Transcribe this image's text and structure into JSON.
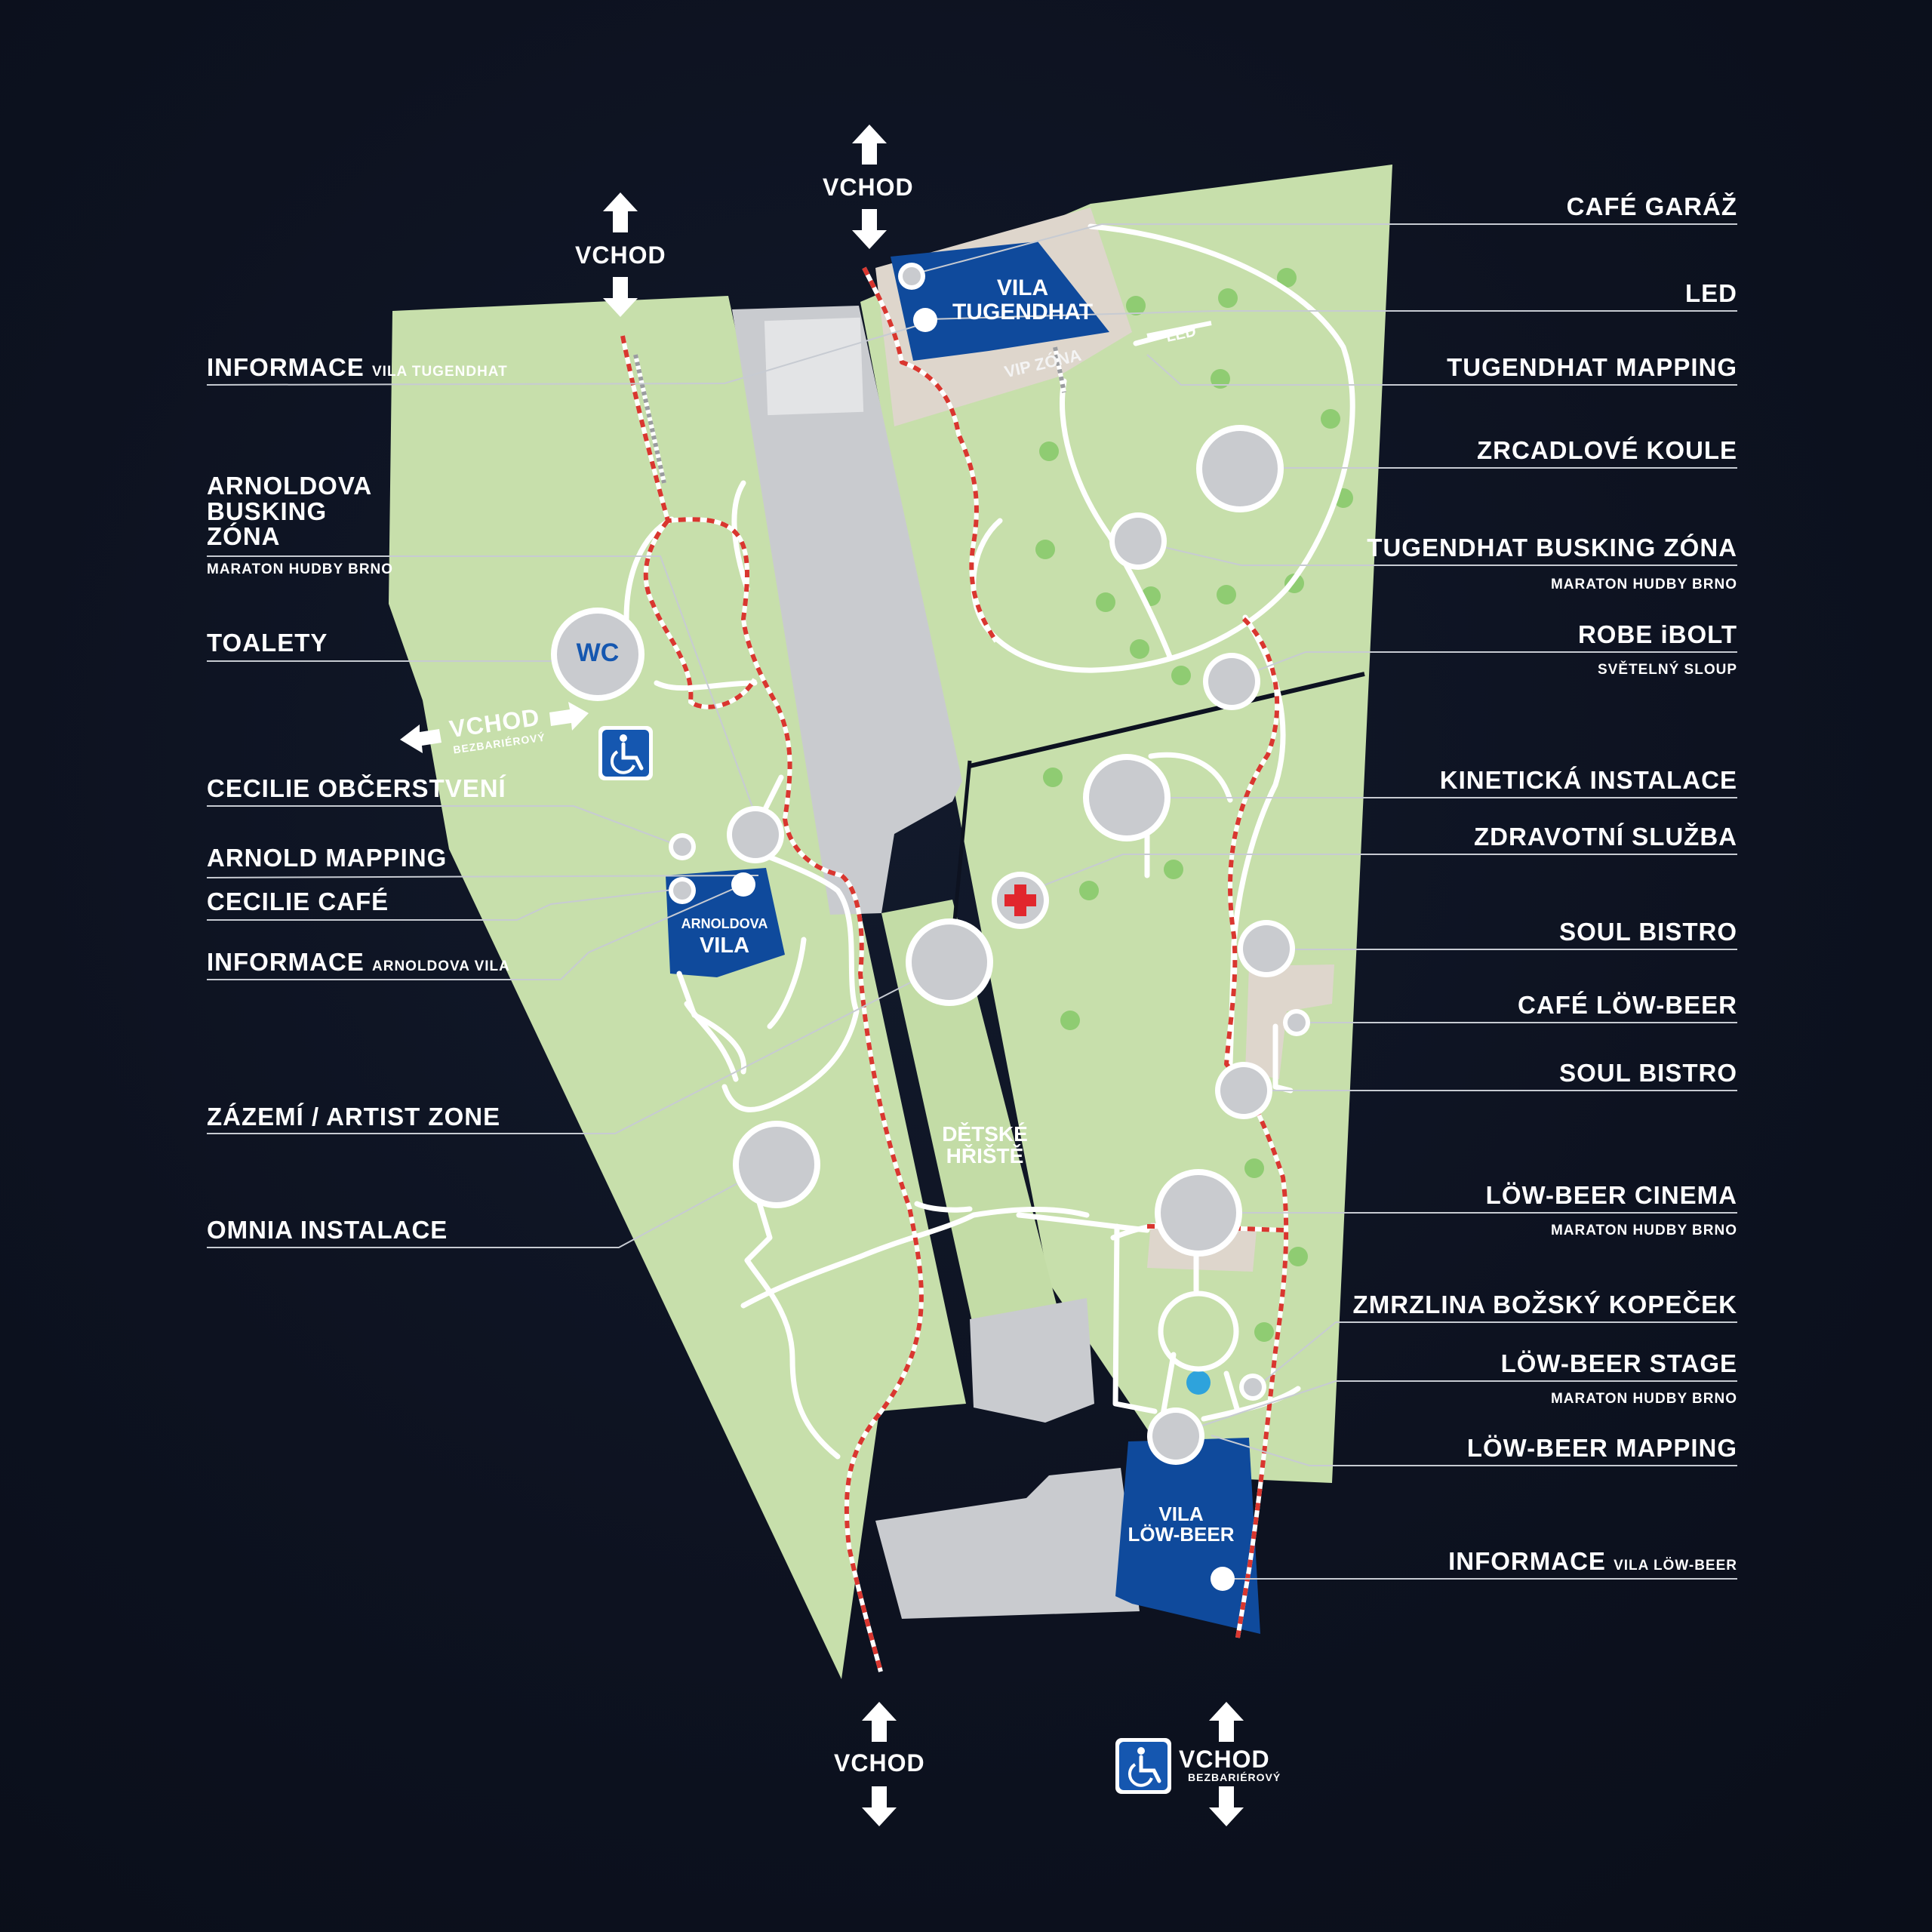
{
  "colors": {
    "background": "#0d1220",
    "park_green": "#c7dfab",
    "path": "#ffffff",
    "dashed_path": "#d9362f",
    "road": "#c9cbcf",
    "villa_blue": "#0f4a9c",
    "venue_marker": "#c9cbcf",
    "tree": "#8fcc72",
    "first_aid_cross": "#e1262d",
    "accessible_blue": "#1557b0",
    "water": "#2ea3dc"
  },
  "left_labels": {
    "info_tugendhat": {
      "main": "INFORMACE",
      "small": "VILA TUGENDHAT"
    },
    "arnoldova_busking": {
      "main": "ARNOLDOVA\nBUSKING\nZÓNA",
      "sub": "MARATON HUDBY BRNO"
    },
    "toalety": "TOALETY",
    "cecilie_obcerstveni": "CECILIE OBČERSTVENÍ",
    "arnold_mapping": "ARNOLD MAPPING",
    "cecilie_cafe": "CECILIE CAFÉ",
    "info_arnoldova": {
      "main": "INFORMACE",
      "small": "ARNOLDOVA VILA"
    },
    "zazemi": "ZÁZEMÍ / ARTIST ZONE",
    "omnia": "OMNIA INSTALACE"
  },
  "right_labels": {
    "cafe_garaz": "CAFÉ GARÁŽ",
    "led": "LED",
    "tugendhat_mapping": "TUGENDHAT MAPPING",
    "zrcadlove_koule": "ZRCADLOVÉ KOULE",
    "tugendhat_busking": {
      "main": "TUGENDHAT BUSKING ZÓNA",
      "sub": "MARATON HUDBY BRNO"
    },
    "robe_ibolt": {
      "main": "ROBE iBOLT",
      "sub": "SVĚTELNÝ SLOUP"
    },
    "kineticka": "KINETICKÁ INSTALACE",
    "zdravotni": "ZDRAVOTNÍ SLUŽBA",
    "soul_bistro_1": "SOUL BISTRO",
    "cafe_low_beer": "CAFÉ LÖW-BEER",
    "soul_bistro_2": "SOUL BISTRO",
    "low_beer_cinema": {
      "main": "LÖW-BEER CINEMA",
      "sub": "MARATON HUDBY BRNO"
    },
    "zmrzlina": "ZMRZLINA BOŽSKÝ KOPEČEK",
    "low_beer_stage": {
      "main": "LÖW-BEER STAGE",
      "sub": "MARATON HUDBY BRNO"
    },
    "low_beer_mapping": "LÖW-BEER MAPPING",
    "info_low_beer": {
      "main": "INFORMACE",
      "small": "VILA LÖW-BEER"
    }
  },
  "entrances": {
    "top_left": "VCHOD",
    "top_center": "VCHOD",
    "side_left": {
      "label": "VCHOD",
      "sub": "BEZBARIÉROVÝ"
    },
    "bottom_center": "VCHOD",
    "bottom_right": {
      "label": "VCHOD",
      "sub": "BEZBARIÉROVÝ"
    }
  },
  "map_text": {
    "vila_tugendhat": "VILA\nTUGENDHAT",
    "vip_zona": "VIP ZÓNA",
    "led_sign": "LED",
    "wc": "WC",
    "arnoldova_vila_1": "ARNOLDOVA",
    "arnoldova_vila_2": "VILA",
    "detske_hriste": "DĚTSKÉ\nHŘIŠTĚ",
    "vila_low_beer": "VILA\nLÖW-BEER"
  },
  "icons": [
    "wheelchair-icon",
    "first-aid-cross-icon",
    "arrow-up-icon",
    "arrow-down-icon",
    "arrow-left-icon",
    "arrow-right-icon"
  ]
}
